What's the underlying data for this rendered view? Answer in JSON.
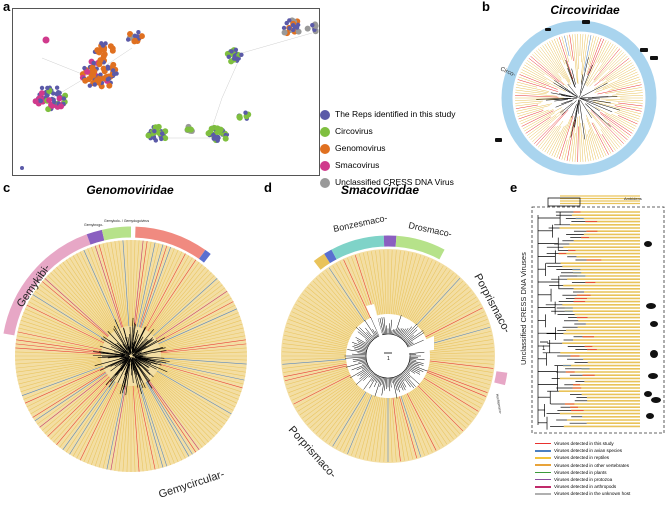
{
  "panels": {
    "a": {
      "letter": "a",
      "legend": [
        {
          "label": "The Reps identified in this study",
          "color": "#5b5aa8"
        },
        {
          "label": "Circovirus",
          "color": "#7fbf3f"
        },
        {
          "label": "Genomovirus",
          "color": "#e07020"
        },
        {
          "label": "Smacovirus",
          "color": "#d03a8c"
        },
        {
          "label": "Unclassified CRESS DNA Virus",
          "color": "#999999"
        }
      ]
    },
    "b": {
      "letter": "b",
      "title": "Circoviridae",
      "clade_label": "Circo-"
    },
    "c": {
      "letter": "c",
      "title": "Genomoviridae",
      "clades": {
        "gemykibi": "Gemykibi-",
        "gemycircular": "Gemycircular-",
        "small1": "Gemykrogo-",
        "small2": "Gemykolo- / Gemyduguivirus"
      }
    },
    "d": {
      "letter": "d",
      "title": "Smacoviridae",
      "clades": {
        "bonzesmaco": "Bonzesmaco-",
        "drosmaco": "Drosmaco-",
        "porprismaco_top": "Porprismaco-",
        "porprismaco_bottom": "Porprismaco-",
        "small": "Huchismaco-"
      },
      "scale": "1"
    },
    "e": {
      "letter": "e",
      "side_label": "Unclassified CRESS DNA Viruses",
      "top_label": "Ambidens",
      "scale": "1",
      "legend": [
        {
          "label": "Viruses detected in this study",
          "color": "#e8322e"
        },
        {
          "label": "Viruses detected in avian species",
          "color": "#4a7fc1"
        },
        {
          "label": "Viruses detected in reptiles",
          "color": "#f2c23a"
        },
        {
          "label": "Viruses detected in other vertebrates",
          "color": "#e8a33a"
        },
        {
          "label": "Viruses detected in plants",
          "color": "#3a9a3a"
        },
        {
          "label": "Viruses detected in protozoa",
          "color": "#8a4fa0"
        },
        {
          "label": "Viruses detected in arthropods",
          "color": "#c02a6a"
        },
        {
          "label": "Viruses detected in the unknown host",
          "color": "#b0b0b0"
        }
      ]
    }
  },
  "colors": {
    "ring_blue": "#a9d4ee",
    "ring_pink": "#e7a7c6",
    "ring_green": "#b6e28a",
    "ring_teal": "#7fd3c8",
    "ring_purple": "#8a5fc0",
    "ring_salmon": "#f08a80",
    "tree_fill": "#e9c35a"
  }
}
